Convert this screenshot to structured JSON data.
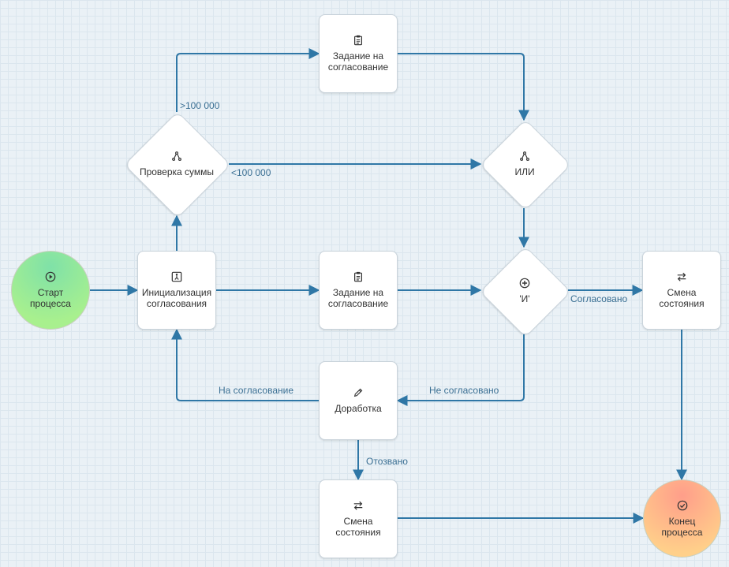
{
  "diagram": {
    "nodes": {
      "start": {
        "label": "Старт\nпроцесса",
        "icon": "play-circle-icon"
      },
      "init": {
        "label": "Инициализация\nсогласования",
        "icon": "process-icon"
      },
      "check_sum": {
        "label": "Проверка суммы",
        "icon": "branch-icon"
      },
      "task_top": {
        "label": "Задание на\nсогласование",
        "icon": "clipboard-icon"
      },
      "or_gate": {
        "label": "ИЛИ",
        "icon": "branch-icon"
      },
      "task_mid": {
        "label": "Задание на\nсогласование",
        "icon": "clipboard-icon"
      },
      "and_gate": {
        "label": "'И'",
        "icon": "plus-circle-icon"
      },
      "state_change_right": {
        "label": "Смена\nсостояния",
        "icon": "swap-icon"
      },
      "rework": {
        "label": "Доработка",
        "icon": "pencil-icon"
      },
      "state_change_bottom": {
        "label": "Смена\nсостояния",
        "icon": "swap-icon"
      },
      "end": {
        "label": "Конец\nпроцесса",
        "icon": "check-circle-icon"
      }
    },
    "edge_labels": {
      "gt_100k": ">100 000",
      "lt_100k": "<100 000",
      "approved": "Согласовано",
      "not_approved": "Не согласовано",
      "to_approval": "На согласование",
      "revoked": "Отозвано"
    },
    "colors": {
      "edge": "#2f77a6",
      "edge_label": "#3a6f93",
      "node_border": "#c9d3db",
      "start_fill": "#a8f08e",
      "end_fill": "#ffb98a"
    }
  }
}
